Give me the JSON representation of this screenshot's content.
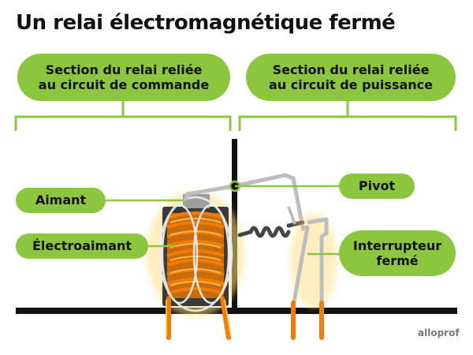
{
  "title": "Un relai électromagnétique fermé",
  "sections": {
    "command": "Section du relai reliée\nau circuit de commande",
    "power": "Section du relai reliée\nau circuit de puissance"
  },
  "labels": {
    "aimant": "Aimant",
    "pivot": "Pivot",
    "electroaimant": "Électroaimant",
    "interrupteur": "Interrupteur\nfermé"
  },
  "brand": "alloprof",
  "colors": {
    "label_green": "#8cc63f",
    "coil_orange": "#f57c00",
    "glow": "#ffd54f",
    "arm_gray": "#bdbdbd",
    "frame_black": "#111111"
  }
}
